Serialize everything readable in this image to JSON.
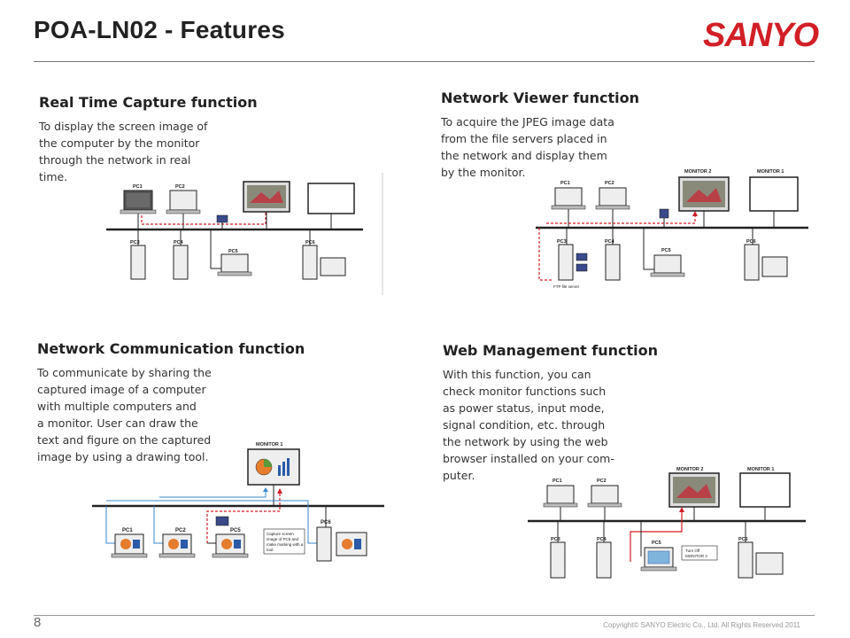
{
  "header": {
    "title": "POA-LN02 - Features",
    "logo_text": "SANYO",
    "brand_color": "#d21f26"
  },
  "footer": {
    "page_number": "8",
    "copyright": "Copyright© SANYO Electric Co., Ltd. All Rights Reserved 2011"
  },
  "sections": {
    "realtime": {
      "title": "Real Time Capture function",
      "lines": [
        "To display the screen image of",
        "the computer by the monitor",
        "through the network in real",
        "time."
      ],
      "labels": {
        "pc1": "PC1",
        "pc2": "PC2",
        "pc3": "PC3",
        "pc4": "PC4",
        "pc5": "PC5",
        "pc6": "PC6"
      }
    },
    "viewer": {
      "title": "Network Viewer function",
      "lines": [
        "To acquire the JPEG image data",
        "from the file servers placed in",
        "the network and display them",
        "by the monitor."
      ],
      "labels": {
        "pc1": "PC1",
        "pc2": "PC2",
        "pc3": "PC3",
        "pc4": "PC4",
        "pc5": "PC5",
        "pc6": "PC6",
        "monitor2": "MONITOR 2",
        "monitor1": "MONITOR 1",
        "ftp": "FTP file server"
      }
    },
    "communication": {
      "title": "Network Communication function",
      "lines": [
        "To communicate by sharing the",
        "captured image of a computer",
        "with multiple computers and",
        "a monitor. User can draw the",
        "text and figure on the captured",
        "image by using a drawing tool."
      ],
      "labels": {
        "monitor1": "MONITOR 1",
        "pc1": "PC1",
        "pc2": "PC2",
        "pc5": "PC5",
        "pc6": "PC6",
        "note": [
          "Capture screen",
          "image of PC5 and",
          "make marking with a",
          "tool."
        ]
      }
    },
    "web": {
      "title": "Web Management function",
      "lines": [
        "With this function, you can",
        "check monitor functions such",
        "as power status, input mode,",
        "signal condition, etc. through",
        "the network by using the web",
        "browser installed on your com-",
        "puter."
      ],
      "labels": {
        "pc1": "PC1",
        "pc2": "PC2",
        "pc3": "PC3",
        "pc4": "PC4",
        "pc5": "PC5",
        "pc6": "PC6",
        "monitor2": "MONITOR 2",
        "monitor1": "MONITOR 1",
        "note": [
          "Turn Off",
          "MONITOR 2"
        ]
      }
    }
  }
}
